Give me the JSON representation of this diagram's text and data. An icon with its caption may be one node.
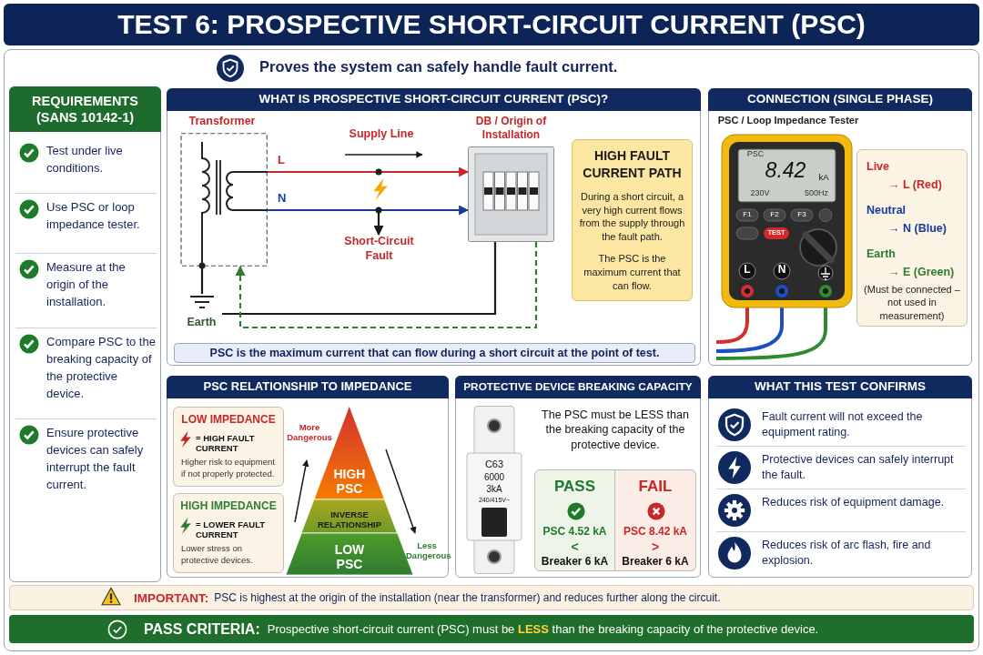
{
  "diagram": {
    "title": "TEST 6: PROSPECTIVE SHORT-CIRCUIT CURRENT (PSC)",
    "nodes": [
      {
        "text": [
          "REQUIREMENTS (SANS 10142-1)"
        ]
      },
      {
        "text": [
          "Test under live conditions."
        ],
        "in": 0
      },
      {
        "text": [
          "Use PSC or loop impedance tester."
        ],
        "in": 0
      },
      {
        "text": [
          "Measure at the origin of the installation."
        ],
        "in": 0
      },
      {
        "text": [
          "Compare PSC to the breaking capacity of the protective device."
        ],
        "in": 0
      },
      {
        "text": [
          "Ensure protective devices can safely interrupt the fault current."
        ],
        "in": 0
      },
      {
        "text": [
          "WHAT IS PROSPECTIVE SHORT-CIRCUIT CURRENT (PSC)?"
        ]
      },
      {
        "text": [
          "Transformer"
        ],
        "in": 6
      },
      {
        "text": [
          "DB / Origin of Installation"
        ],
        "in": 6
      },
      {
        "text": [
          "Short-Circuit Fault"
        ],
        "in": 6
      },
      {
        "text": [
          "Earth"
        ],
        "in": 6
      },
      {
        "text": [
          "HIGH FAULT CURRENT PATH",
          "During a short circuit, a very high current flows from the supply through the fault path.",
          "The PSC is the maximum current that can flow."
        ],
        "in": 6
      },
      {
        "text": [
          "PSC is the maximum current that can flow during a short circuit at the point of test."
        ],
        "in": 6
      },
      {
        "text": [
          "CONNECTION (SINGLE PHASE)"
        ]
      },
      {
        "text": [
          "PSC / Loop Impedance Tester",
          "PSC",
          "8.42",
          "kA",
          "230V",
          "500Hz",
          "F1",
          "F2",
          "F3",
          "TEST",
          "L",
          "N"
        ],
        "in": 13
      },
      {
        "text": [
          "Live",
          "→ L (Red)",
          "Neutral",
          "→ N (Blue)",
          "Earth",
          "→ E (Green)",
          "(Must be connected – not used in measurement)"
        ],
        "in": 13
      },
      {
        "text": [
          "PSC RELATIONSHIP TO IMPEDANCE"
        ]
      },
      {
        "text": [
          "LOW IMPEDANCE",
          "= HIGH FAULT CURRENT",
          "Higher risk to equipment if not properly protected."
        ],
        "in": 16
      },
      {
        "text": [
          "HIGH IMPEDANCE",
          "= LOWER FAULT CURRENT",
          "Lower stress on protective devices."
        ],
        "in": 16
      },
      {
        "text": [
          "HIGH PSC"
        ],
        "in": 16
      },
      {
        "text": [
          "INVERSE RELATIONSHIP"
        ],
        "in": 16
      },
      {
        "text": [
          "LOW PSC"
        ],
        "in": 16
      },
      {
        "text": [
          "PROTECTIVE DEVICE BREAKING CAPACITY"
        ]
      },
      {
        "text": [
          "C63",
          "6000",
          "3kA",
          "240/415V~"
        ],
        "in": 22
      },
      {
        "text": [
          "PASS",
          "PSC 4.52 kA",
          "<",
          "Breaker 6 kA"
        ],
        "in": 22
      },
      {
        "text": [
          "FAIL",
          "PSC 8.42 kA",
          ">",
          "Breaker 6 kA"
        ],
        "in": 22
      },
      {
        "text": [
          "WHAT THIS TEST CONFIRMS"
        ]
      },
      {
        "text": [
          "Fault current will not exceed the equipment rating."
        ],
        "in": 26
      },
      {
        "text": [
          "Protective devices can safely interrupt the fault."
        ],
        "in": 26
      },
      {
        "text": [
          "Reduces risk of equipment damage."
        ],
        "in": 26
      },
      {
        "text": [
          "Reduces risk of arc flash, fire and explosion."
        ],
        "in": 26
      },
      {
        "text": [
          "IMPORTANT:",
          "PSC is highest at the origin of the installation (near the transformer) and reduces further along the circuit."
        ]
      },
      {
        "text": [
          "PASS CRITERIA:",
          "Prospective short-circuit current (PSC) must be **LESS** than the breaking capacity of the protective device."
        ]
      }
    ],
    "edges": [
      {
        "from": 7,
        "to": 8,
        "arrow": "to",
        "label": "L",
        "color": "#c62828"
      },
      {
        "from": 7,
        "to": 8,
        "arrow": "to",
        "label": "N",
        "color": "#1a3a9c"
      },
      {
        "from": null,
        "to": 9,
        "arrow": "to"
      },
      {
        "from": 8,
        "to": 10,
        "arrow": "none"
      },
      {
        "from": 8,
        "to": 7,
        "arrow": "to",
        "style": "dashed",
        "color": "#2e7d32"
      },
      {
        "from": 7,
        "to": 10,
        "arrow": "none"
      }
    ],
    "labels": [
      "Proves the system can safely handle fault current.",
      "Supply Line",
      "More Dangerous",
      "Less Dangerous",
      "The PSC must be LESS than the breaking capacity of the protective device."
    ]
  }
}
